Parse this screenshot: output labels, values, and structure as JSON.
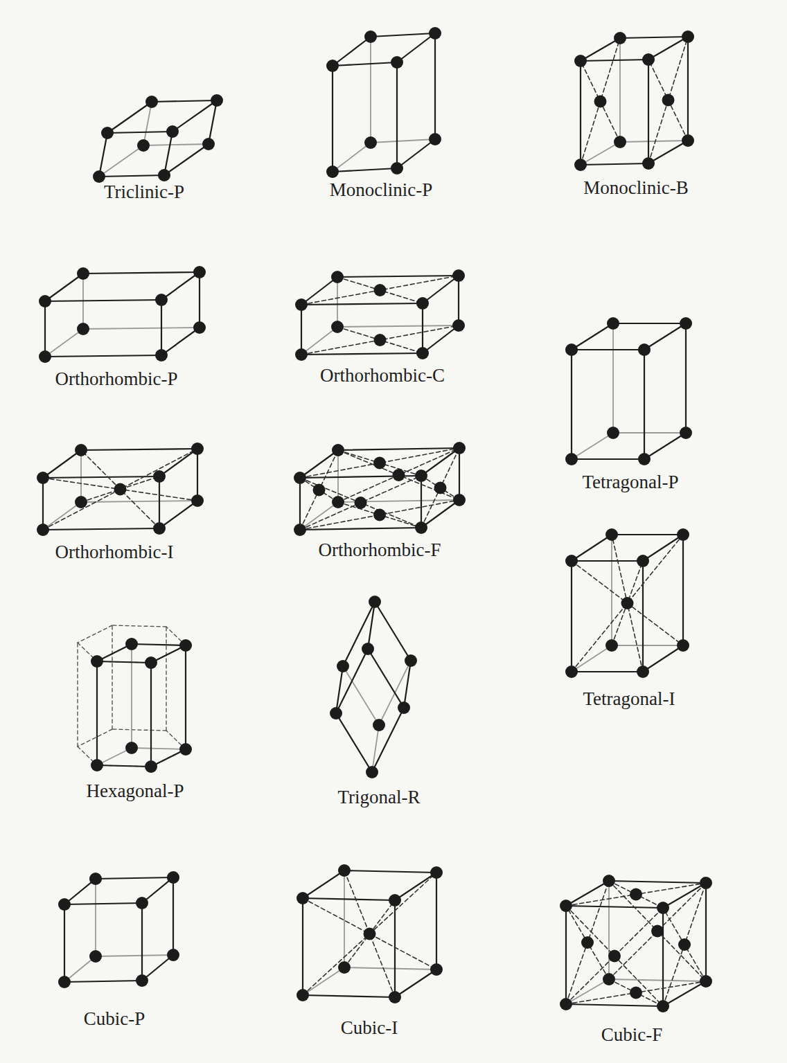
{
  "diagram": {
    "labels": [
      "Triclinic-P",
      "Monoclinic-P",
      "Monoclinic-B",
      "Orthorhombic-P",
      "Orthorhombic-C",
      "Tetragonal-P",
      "Orthorhombic-I",
      "Orthorhombic-F",
      "Tetragonal-I",
      "Hexagonal-P",
      "Trigonal-R",
      "Cubic-P",
      "Cubic-I",
      "Cubic-F"
    ]
  }
}
